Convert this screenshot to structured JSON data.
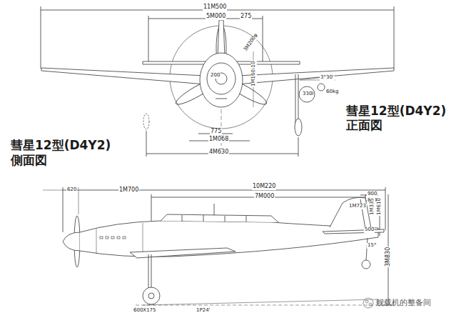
{
  "diagram": {
    "labels": [
      "彗星12型(D4Y2)",
      "正面図",
      "彗星12型(D4Y2)",
      "側面図",
      "11M500",
      "5M000",
      "275",
      "3M200φ",
      "410",
      "1M160",
      "200",
      "775",
      "1M068",
      "4M630",
      "330l",
      "60kg",
      "3°30'",
      "620",
      "1M700",
      "10M220",
      "7M000",
      "900",
      "834",
      "1M723",
      "1M335",
      "1M610",
      "500",
      "15°",
      "3M830",
      "600X175",
      "1P24'",
      "舰载机的整备间"
    ]
  }
}
